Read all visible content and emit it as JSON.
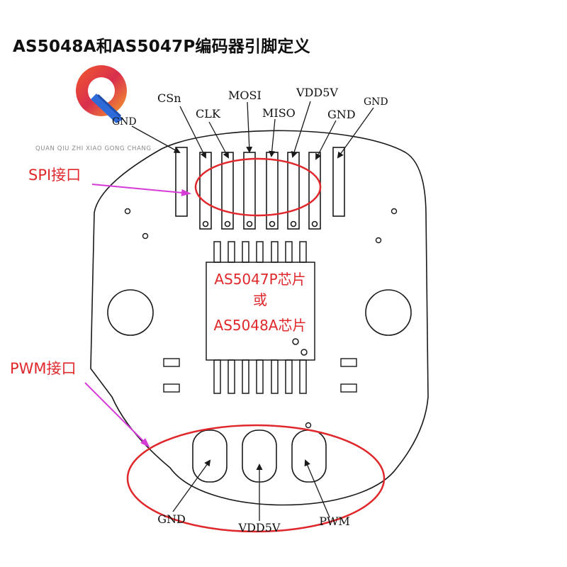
{
  "title": "AS5048A和AS5047P编码器引脚定义",
  "logo": {
    "name": "Q",
    "watermark": "QUAN QIU ZHI XIAO GONG CHANG"
  },
  "spi": {
    "label": "SPI接口",
    "pins": [
      "GND",
      "CSn",
      "CLK",
      "MOSI",
      "MISO",
      "VDD5V",
      "GND",
      "GND"
    ]
  },
  "chip": {
    "line1": "AS5047P芯片",
    "line2": "或",
    "line3": "AS5048A芯片"
  },
  "pwm": {
    "label": "PWM接口",
    "pins": [
      "GND",
      "VDD5V",
      "PWM"
    ]
  },
  "colors": {
    "annotation": "#e0282c",
    "arrow": "#d63bd8",
    "outline": "#1a1a1a"
  }
}
